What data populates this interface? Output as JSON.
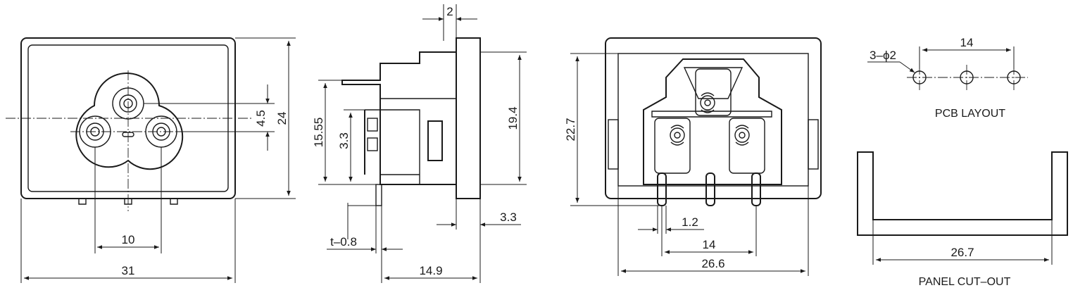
{
  "front_view": {
    "dim_width": "31",
    "dim_height": "24",
    "dim_pin_spacing": "10",
    "dim_offset": "4.5"
  },
  "side_view": {
    "dim_tab_thickness": "2",
    "dim_depth": "15.55",
    "dim_pin_offset": "3.3",
    "dim_body_height": "19.4",
    "dim_flange_gap": "3.3",
    "dim_sheet_thickness": "t–0.8",
    "dim_total_depth": "14.9"
  },
  "rear_view": {
    "dim_height": "22.7",
    "dim_pin_width": "1.2",
    "dim_pin_spacing": "14",
    "dim_width": "26.6"
  },
  "pcb_layout": {
    "hole_spec": "3–ϕ2",
    "dim_spacing": "14",
    "caption": "PCB LAYOUT"
  },
  "panel_cutout": {
    "dim_width": "26.7",
    "caption": "PANEL CUT–OUT"
  },
  "colors": {
    "line": "#1a1a1a",
    "background": "#ffffff"
  }
}
